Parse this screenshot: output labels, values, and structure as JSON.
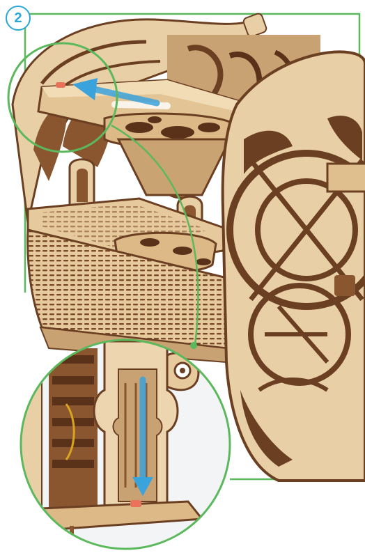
{
  "step": {
    "number": "2"
  },
  "colors": {
    "frame_green": "#5cb85c",
    "badge_blue": "#2aa7d6",
    "arrow_blue": "#3ba3dc",
    "wood_light": "#e9cfa6",
    "wood_mid": "#d9b686",
    "wood_dark": "#6b3f22",
    "bead_red": "#e8735a"
  },
  "illustration": {
    "main_view": "assembled-wooden-mechanism",
    "detail_view": "magnified-gate-detail"
  }
}
